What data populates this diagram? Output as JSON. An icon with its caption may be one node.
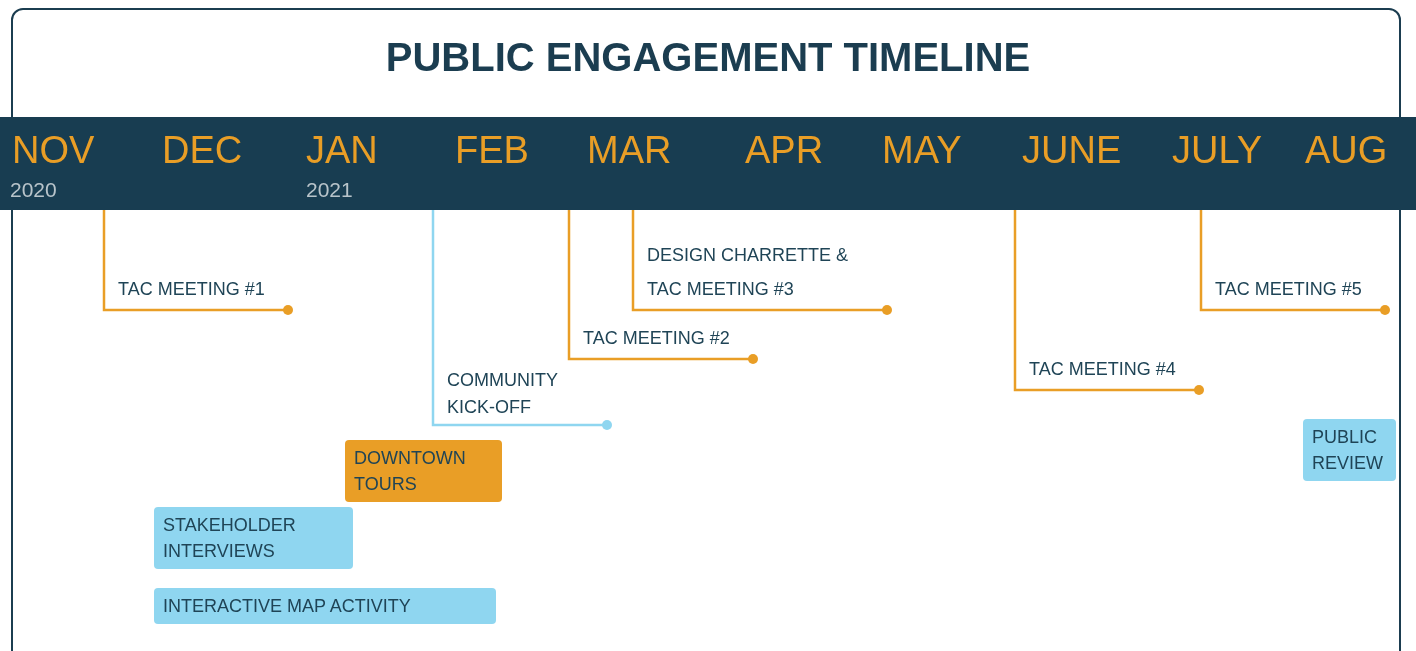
{
  "diagram": {
    "title": "PUBLIC ENGAGEMENT TIMELINE",
    "nodes": [
      {
        "text": [],
        "shape": "bar"
      },
      {
        "text": [
          "TAC MEETING #1"
        ]
      },
      {
        "text": [
          "DESIGN CHARRETTE & TAC MEETING #3"
        ]
      },
      {
        "text": [
          "TAC MEETING #2"
        ]
      },
      {
        "text": [
          "TAC MEETING #4"
        ]
      },
      {
        "text": [
          "TAC MEETING #5"
        ]
      },
      {
        "text": [
          "COMMUNITY KICK-OFF"
        ]
      },
      {
        "text": [
          "PUBLIC REVIEW"
        ]
      },
      {
        "text": [
          "DOWNTOWN TOURS"
        ]
      },
      {
        "text": [
          "STAKEHOLDER INTERVIEWS"
        ]
      },
      {
        "text": [
          "INTERACTIVE MAP ACTIVITY"
        ]
      }
    ],
    "edges": [
      {
        "from": 0,
        "to": 1,
        "arrow": "other"
      },
      {
        "from": 0,
        "to": 2,
        "arrow": "other"
      },
      {
        "from": 0,
        "to": 3,
        "arrow": "other"
      },
      {
        "from": 0,
        "to": 4,
        "arrow": "other"
      },
      {
        "from": 0,
        "to": 5,
        "arrow": "other"
      },
      {
        "from": 0,
        "to": 6,
        "arrow": "other",
        "color": "#8fd6f0"
      }
    ],
    "labels": [
      "NOV",
      "2020",
      "DEC",
      "JAN",
      "2021",
      "FEB",
      "MAR",
      "APR",
      "MAY",
      "JUNE",
      "JULY",
      "AUG"
    ]
  }
}
